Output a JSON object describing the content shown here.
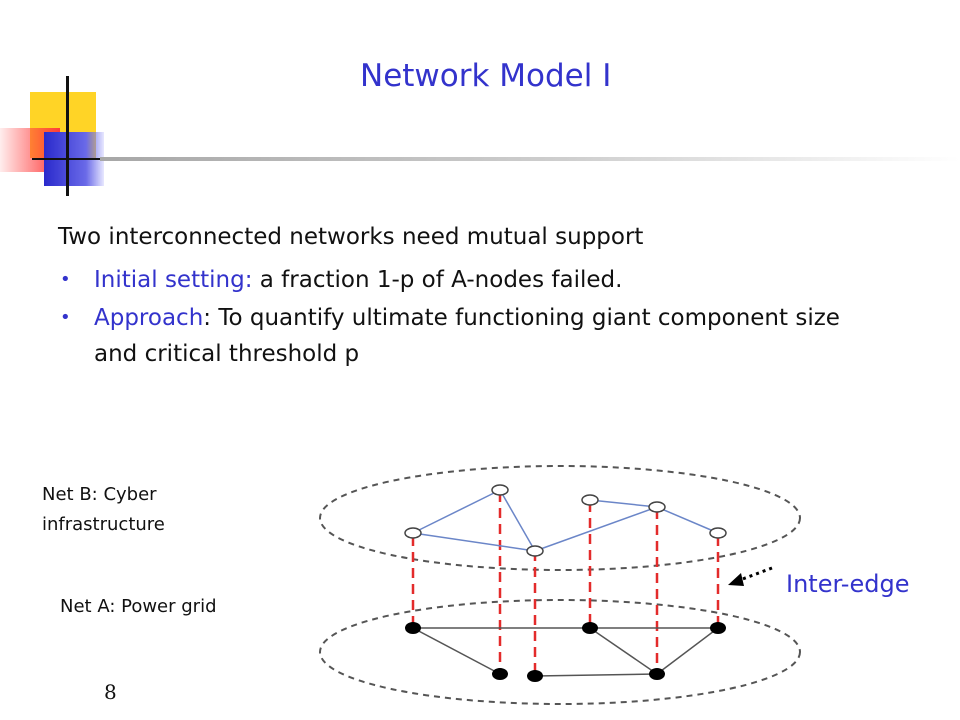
{
  "slide": {
    "title": "Network Model I",
    "lead": "Two interconnected networks need mutual support",
    "bullets": [
      {
        "highlight": "Initial setting:",
        "text": " a fraction 1-p of A-nodes failed."
      },
      {
        "highlight": "Approach",
        "text": ": To quantify ultimate functioning  giant component size and critical threshold p"
      }
    ],
    "net_b_label": "Net B: Cyber infrastructure",
    "net_a_label": "Net A: Power grid",
    "inter_edge_label": "Inter-edge",
    "page_number": "8",
    "colors": {
      "title": "#3333cc",
      "highlight": "#3333cc",
      "net_b_edges": "#6b86c8",
      "net_a_edges": "#555555",
      "inter_edges": "#e32b2b",
      "nodes_a": "#000000",
      "nodes_b": "#ffffff"
    },
    "icons": {
      "logo": "colored-squares-logo",
      "arrow": "dotted-arrow-icon"
    }
  }
}
